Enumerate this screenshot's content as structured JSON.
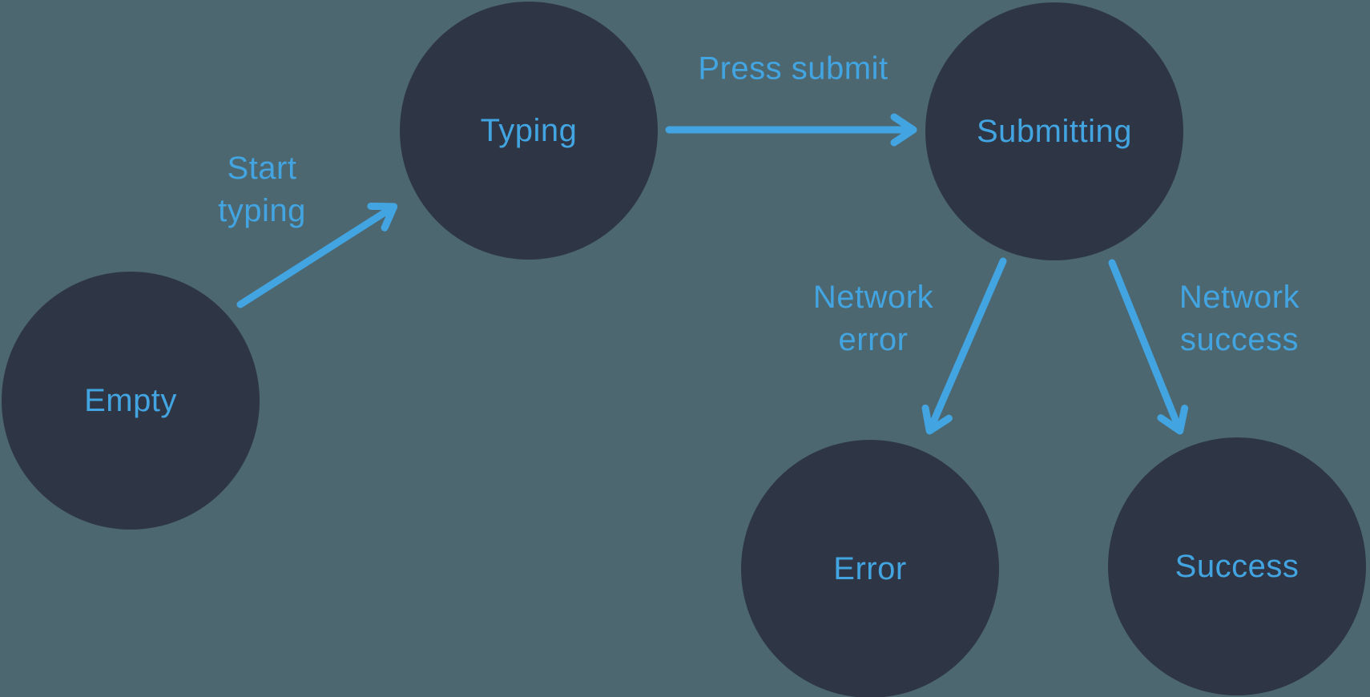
{
  "colors": {
    "background": "#4c6770",
    "node_fill": "#2e3544",
    "accent": "#42a5e2"
  },
  "states": [
    {
      "label": "Empty"
    },
    {
      "label": "Typing"
    },
    {
      "label": "Submitting"
    },
    {
      "label": "Error"
    },
    {
      "label": "Success"
    }
  ],
  "transitions": [
    {
      "label": "Start typing",
      "from": "Empty",
      "to": "Typing"
    },
    {
      "label": "Press submit",
      "from": "Typing",
      "to": "Submitting"
    },
    {
      "label": "Network error",
      "from": "Submitting",
      "to": "Error"
    },
    {
      "label": "Network success",
      "from": "Submitting",
      "to": "Success"
    }
  ]
}
